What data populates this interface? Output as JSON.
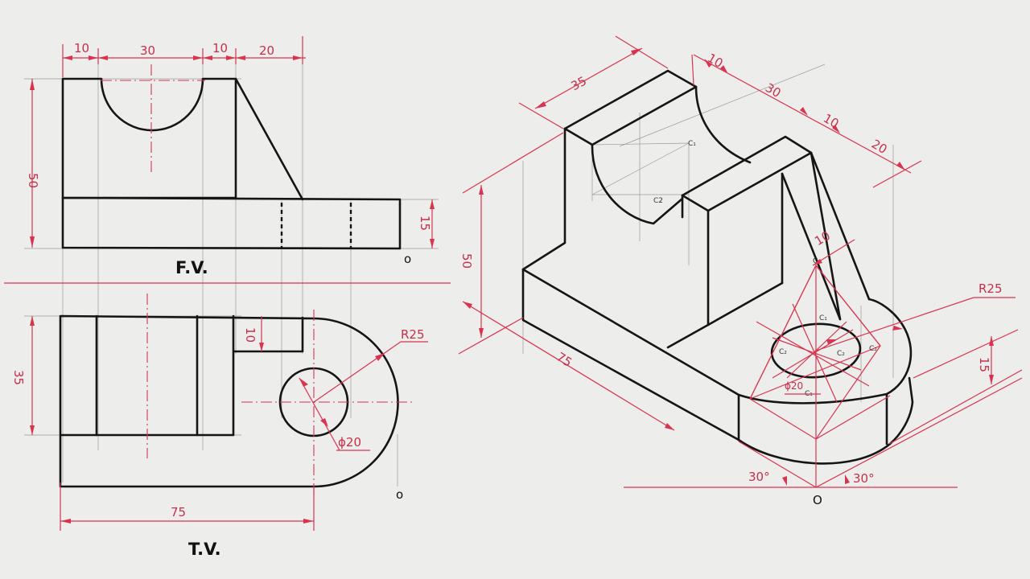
{
  "views": {
    "front": {
      "label": "F.V."
    },
    "top": {
      "label": "T.V."
    }
  },
  "front_view_dims": {
    "top_segments": [
      "10",
      "30",
      "10",
      "20"
    ],
    "height": "50",
    "base_height": "15",
    "origin": "o"
  },
  "top_view_dims": {
    "depth": "35",
    "slot": "10",
    "radius": "R25",
    "hole": "ϕ20",
    "length": "75",
    "origin": "o"
  },
  "iso_dims": {
    "depth": "35",
    "top_segments": [
      "10",
      "30",
      "10",
      "20"
    ],
    "height": "50",
    "length": "75",
    "rib": "10",
    "radius": "R25",
    "base_height": "15",
    "hole": "ϕ20",
    "angle_left": "30°",
    "angle_right": "30°",
    "origin": "O"
  },
  "iso_construction_labels": {
    "c1": "C₁",
    "c2": "C2",
    "hole_c1_top": "C₁",
    "hole_c1_bottom": "C₁",
    "hole_c2_left": "C₂",
    "hole_c2_right": "C₂",
    "arc_e1": "C₁",
    "arc_e2": "C₂"
  },
  "colors": {
    "ink": "#151515",
    "construction": "#d8344f",
    "paper": "#ededeb"
  }
}
